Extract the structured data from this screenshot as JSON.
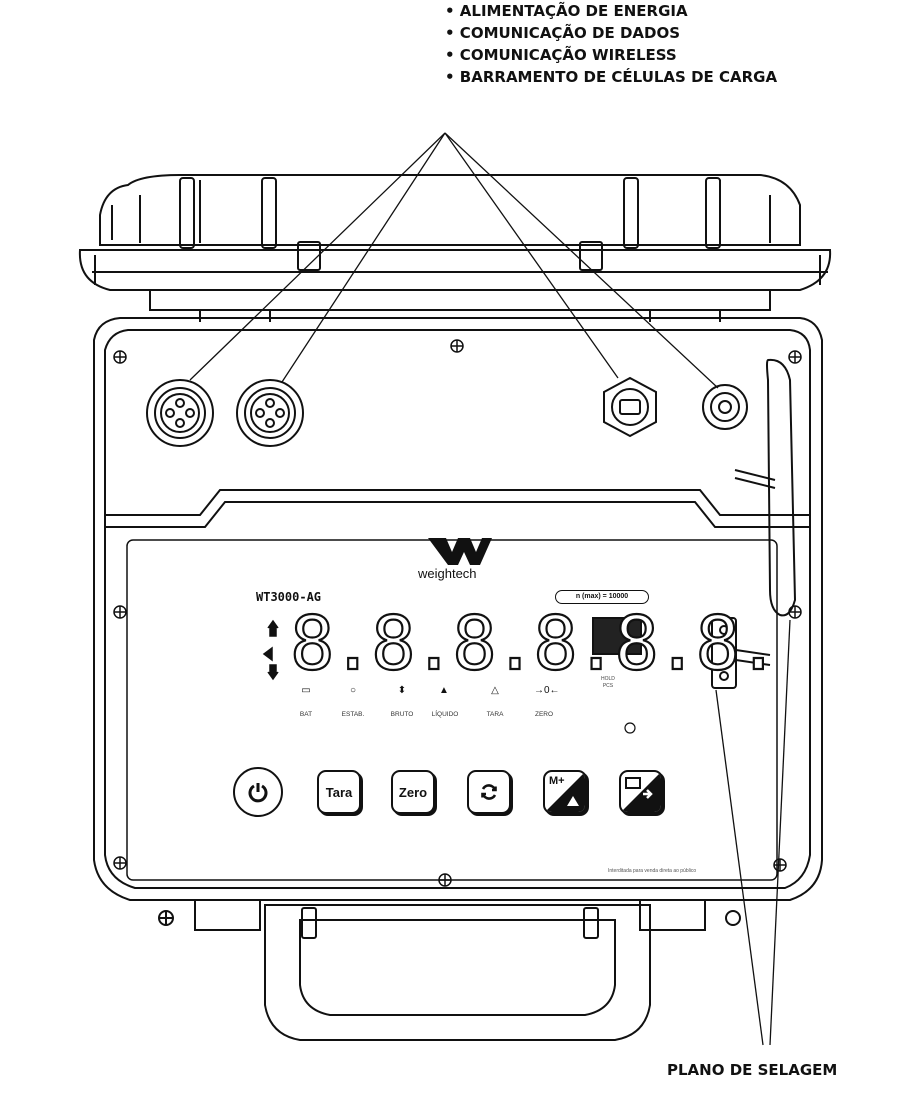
{
  "callouts": {
    "items": [
      "• ALIMENTAÇÃO DE ENERGIA",
      "• COMUNICAÇÃO DE DADOS",
      "• COMUNICAÇÃO WIRELESS",
      "• BARRAMENTO DE CÉLULAS DE CARGA"
    ]
  },
  "seal_label": "PLANO DE SELAGEM",
  "device": {
    "brand": "weightech",
    "model": "WT3000-AG",
    "capacity": "n (max) = 10000",
    "digits": "8.8.8.8.8.8.",
    "hold_pcs": [
      "HOLD",
      "PCS"
    ],
    "indicators": [
      "BAT",
      "ESTAB.",
      "BRUTO",
      "LÍQUIDO",
      "TARA",
      "ZERO"
    ],
    "notice": "Interditada para venda direta ao público"
  },
  "buttons": {
    "power_icon": "power-icon",
    "tara": "Tara",
    "zero": "Zero",
    "cycle_icon": "refresh-icon",
    "memory_label": "M+",
    "print_icon": "printer-icon"
  },
  "colors": {
    "line": "#111111",
    "background": "#ffffff"
  }
}
